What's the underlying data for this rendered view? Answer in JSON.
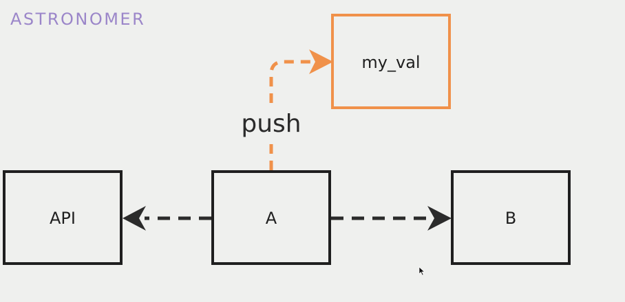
{
  "logo": {
    "text": "ASTRONOMER",
    "color": "#9b86c9"
  },
  "nodes": {
    "api": {
      "label": "API"
    },
    "a": {
      "label": "A"
    },
    "b": {
      "label": "B"
    },
    "xcom": {
      "label": "my_val"
    }
  },
  "edges": {
    "push": {
      "label": "push"
    }
  },
  "colors": {
    "box_stroke": "#1f1f1f",
    "highlight": "#f0914a",
    "arrow_dark": "#2b2b2b",
    "background": "#eff0ee"
  }
}
